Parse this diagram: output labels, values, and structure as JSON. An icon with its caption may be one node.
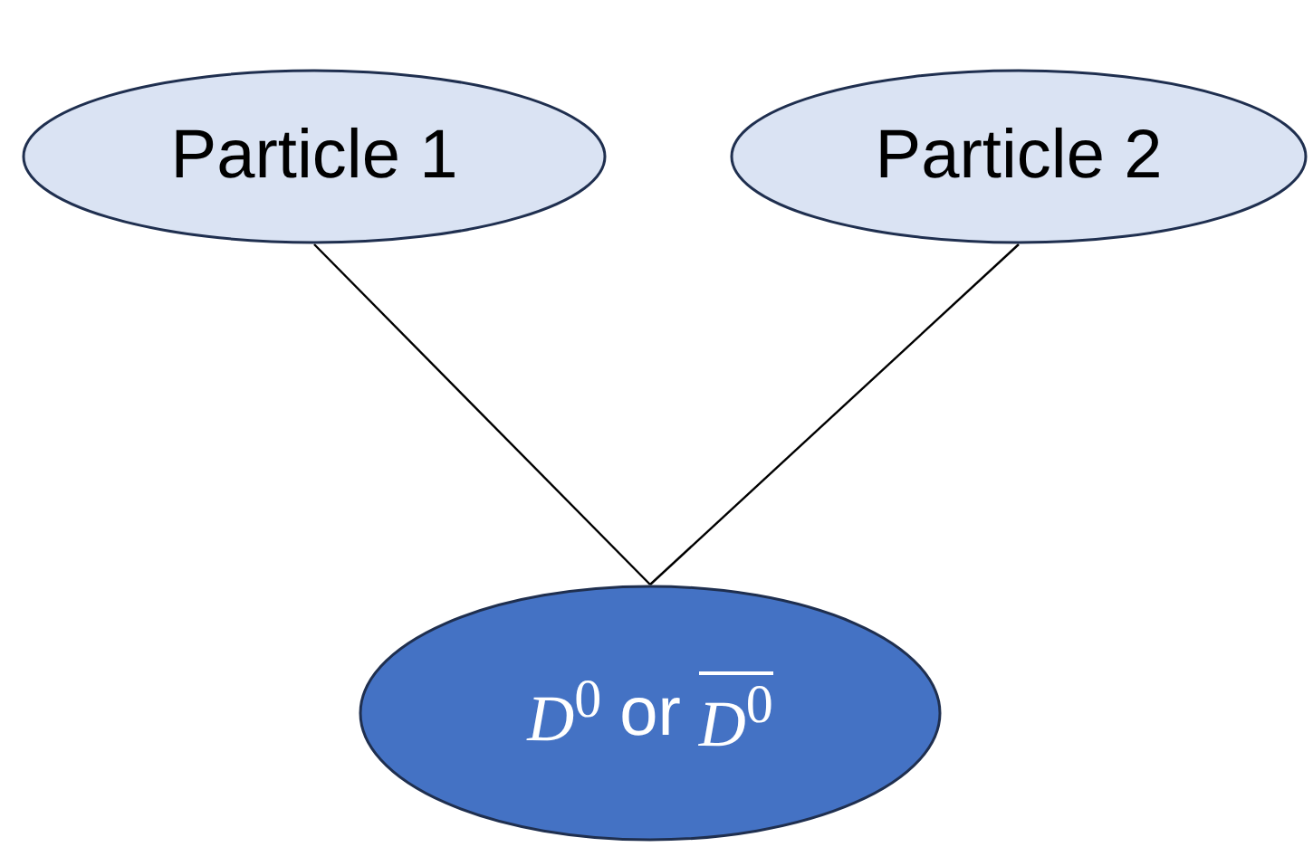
{
  "diagram": {
    "nodes": [
      {
        "text": [
          "Particle 1"
        ]
      },
      {
        "text": [
          "Particle 2"
        ]
      },
      {
        "text": [
          "*D*$^{0}$",
          "or",
          "*D*$^{0}$"
        ]
      }
    ],
    "edges": [
      {
        "from": 0,
        "to": 2,
        "arrow": "none"
      },
      {
        "from": 1,
        "to": 2,
        "arrow": "none"
      }
    ]
  }
}
